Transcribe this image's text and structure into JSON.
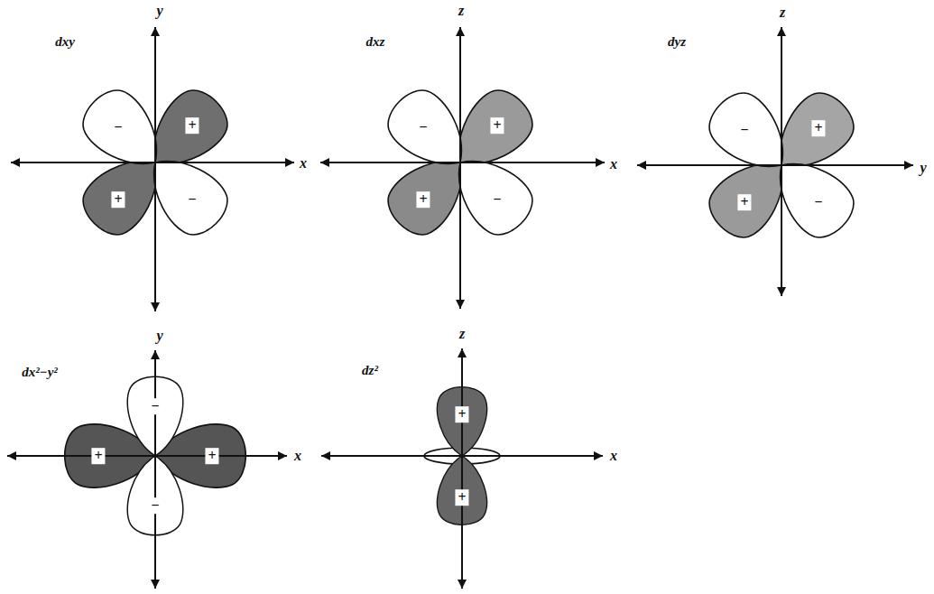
{
  "diagram": {
    "labels": [
      "dxy",
      "y",
      "−",
      "+",
      "+",
      "−",
      "x",
      "dxz",
      "z",
      "−",
      "+",
      "+",
      "−",
      "x",
      "dyz",
      "z",
      "−",
      "+",
      "+",
      "−",
      "y",
      "dx²−y²",
      "y",
      "−",
      "+",
      "+",
      "−",
      "x",
      "dz²",
      "z",
      "+",
      "+",
      "x"
    ]
  }
}
